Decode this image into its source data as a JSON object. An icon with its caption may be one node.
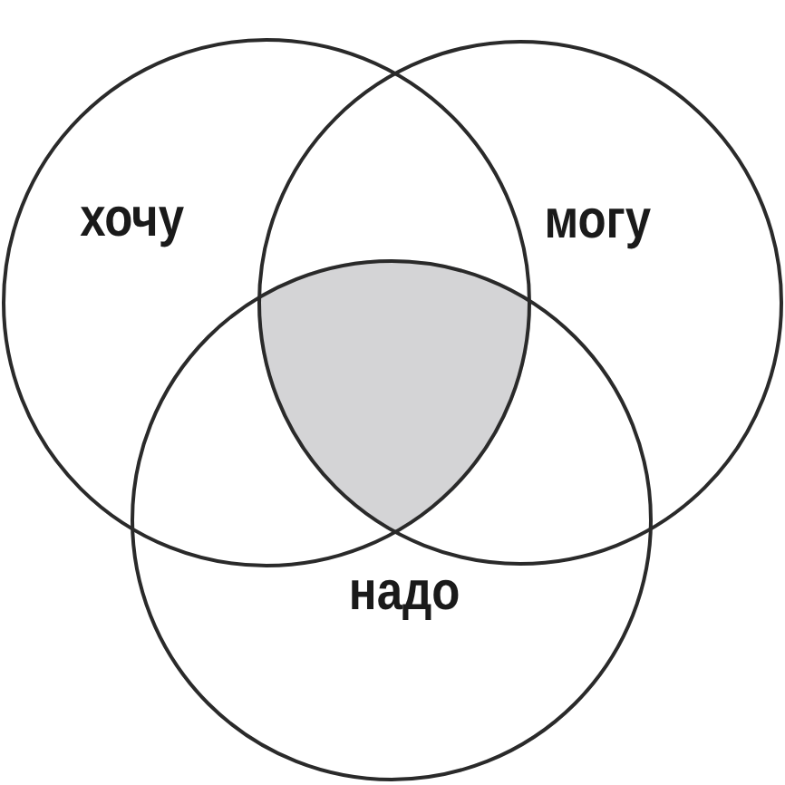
{
  "diagram": {
    "nodes": [
      {
        "text": [
          "хочу"
        ]
      },
      {
        "text": [
          "могу"
        ]
      },
      {
        "text": [
          "надо"
        ]
      },
      {
        "text": [],
        "shape": "triangle"
      }
    ]
  }
}
